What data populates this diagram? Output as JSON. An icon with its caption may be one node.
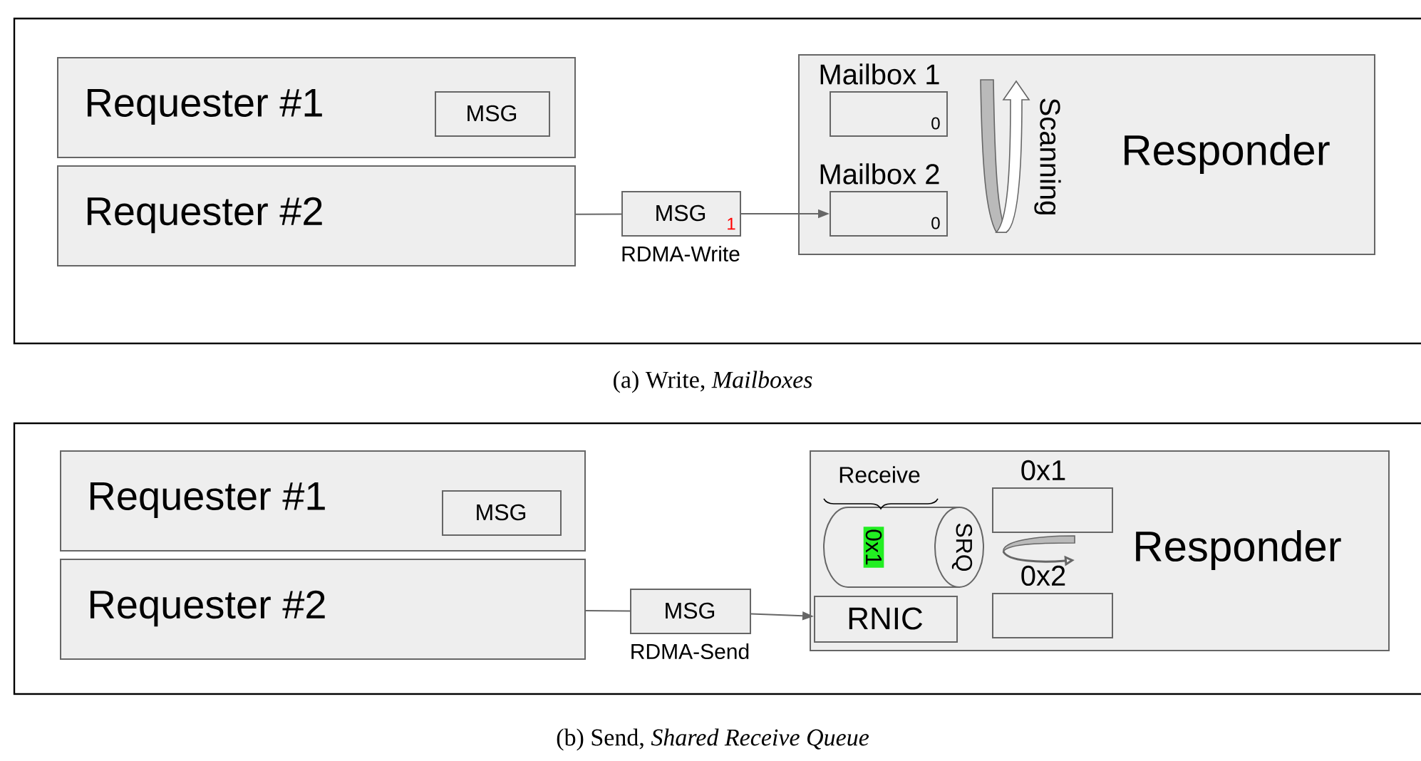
{
  "diagram": {
    "nodes": [
      {
        "text": [
          "Requester #1"
        ]
      },
      {
        "text": [
          "MSG"
        ],
        "in": 0
      },
      {
        "text": [
          "Requester #2"
        ]
      },
      {
        "text": [
          "MSG",
          "1"
        ],
        "beside": [
          "RDMA-Write"
        ]
      },
      {
        "text": [
          "Responder"
        ]
      },
      {
        "text": [
          "Mailbox 1",
          "0"
        ],
        "in": 4
      },
      {
        "text": [
          "Mailbox 2",
          "0"
        ],
        "in": 4
      },
      {
        "text": [
          "Requester #1"
        ]
      },
      {
        "text": [
          "MSG"
        ],
        "in": 7
      },
      {
        "text": [
          "Requester #2"
        ]
      },
      {
        "text": [
          "MSG"
        ],
        "beside": [
          "RDMA-Send"
        ]
      },
      {
        "text": [
          "Responder"
        ]
      },
      {
        "text": [
          "0x1",
          "SRQ"
        ],
        "beside": [
          "Receive"
        ],
        "in": 11
      },
      {
        "text": [
          "RNIC"
        ],
        "in": 11
      },
      {
        "text": [
          "0x1"
        ],
        "in": 11
      },
      {
        "text": [
          "0x2"
        ],
        "in": 11
      }
    ],
    "edges": [
      {
        "from": 2,
        "to": 3,
        "arrow": "none"
      },
      {
        "from": 3,
        "to": 6,
        "arrow": "to"
      },
      {
        "from": 9,
        "to": 10,
        "arrow": "none"
      },
      {
        "from": 10,
        "to": 13,
        "arrow": "to"
      }
    ],
    "labels": [
      "Scanning",
      "(a) Write, *Mailboxes*",
      "(b) Send, *Shared Receive Queue*"
    ]
  }
}
